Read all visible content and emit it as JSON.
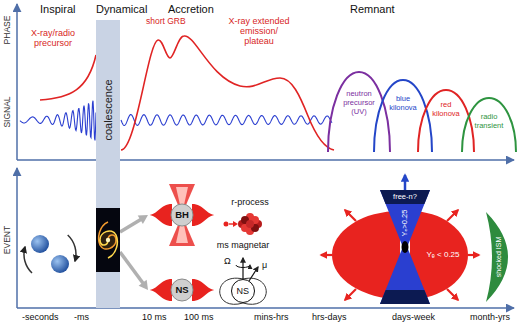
{
  "diagram": {
    "nodes": [
      {
        "text": [
          "coalescence"
        ]
      },
      {
        "text": [
          "neutron precursor (UV)"
        ]
      },
      {
        "text": [
          "blue kilonova"
        ]
      },
      {
        "text": [
          "red kilonova"
        ]
      },
      {
        "text": [
          "radio transient"
        ]
      },
      {
        "text": [
          "BH"
        ]
      },
      {
        "text": [
          "NS"
        ]
      },
      {
        "text": [
          "NS"
        ]
      },
      {
        "text": [
          "free-n?",
          "Yₑ>0.25"
        ]
      },
      {
        "text": [
          "Yₑ < 0.25"
        ]
      },
      {
        "text": [
          "shocked ISM"
        ]
      }
    ],
    "edges": [
      {
        "from": 0,
        "to": 5,
        "arrow": "to"
      },
      {
        "from": 0,
        "to": 6,
        "arrow": "to"
      }
    ],
    "labels": [
      "PHASE",
      "SIGNAL",
      "EVENT",
      "Inspiral",
      "Dynamical",
      "Accretion",
      "Remnant",
      "X-ray/radio precursor",
      "short GRB",
      "X-ray extended emission/ plateau",
      "r-process",
      "ms magnetar",
      "Ω",
      "μ",
      "-seconds",
      "-ms",
      "10 ms",
      "100 ms",
      "mins-hrs",
      "hrs-days",
      "days-week",
      "month-yrs"
    ]
  }
}
